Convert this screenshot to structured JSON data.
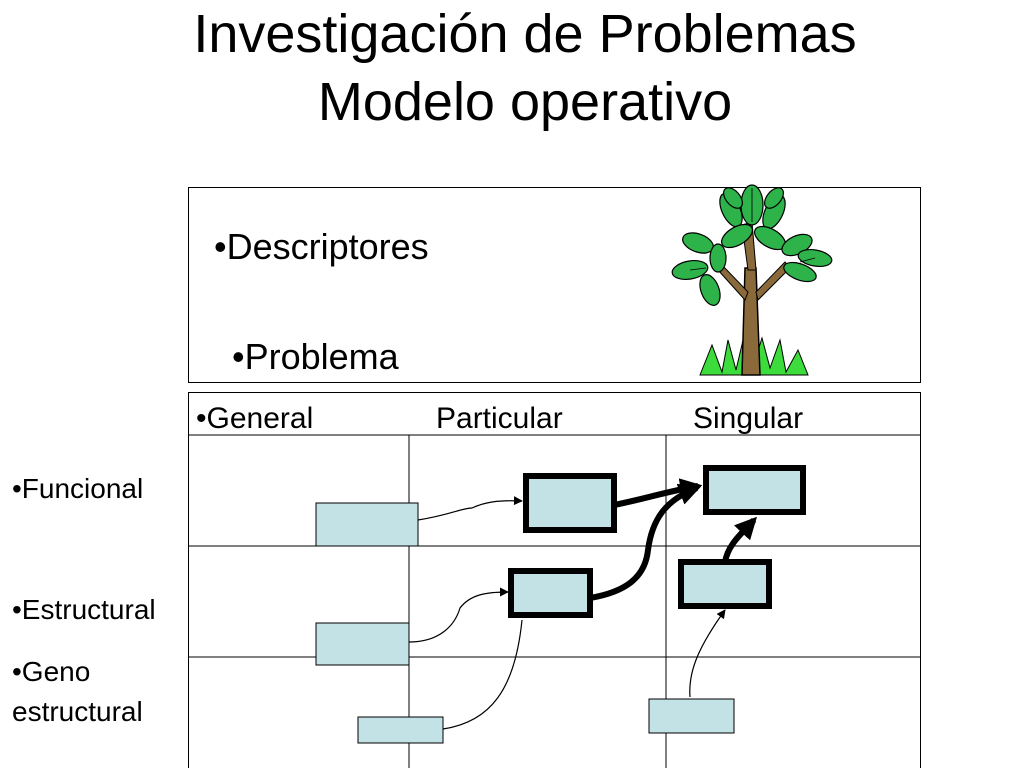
{
  "title": {
    "line1": "Investigación de Problemas",
    "line2": "Modelo operativo"
  },
  "top_box": {
    "descriptores": "•Descriptores",
    "problema": "•Problema",
    "image": "tree"
  },
  "columns": {
    "general": "•General",
    "particular": "Particular",
    "singular": "Singular"
  },
  "rows": {
    "funcional": "•Funcional",
    "estructural": "•Estructural",
    "geno_line1": "•Geno",
    "geno_line2": "estructural"
  },
  "colors": {
    "box_fill": "#c2e2e6",
    "leaf": "#2db34a",
    "trunk": "#8a6a3a",
    "grass": "#3ddc3d"
  }
}
